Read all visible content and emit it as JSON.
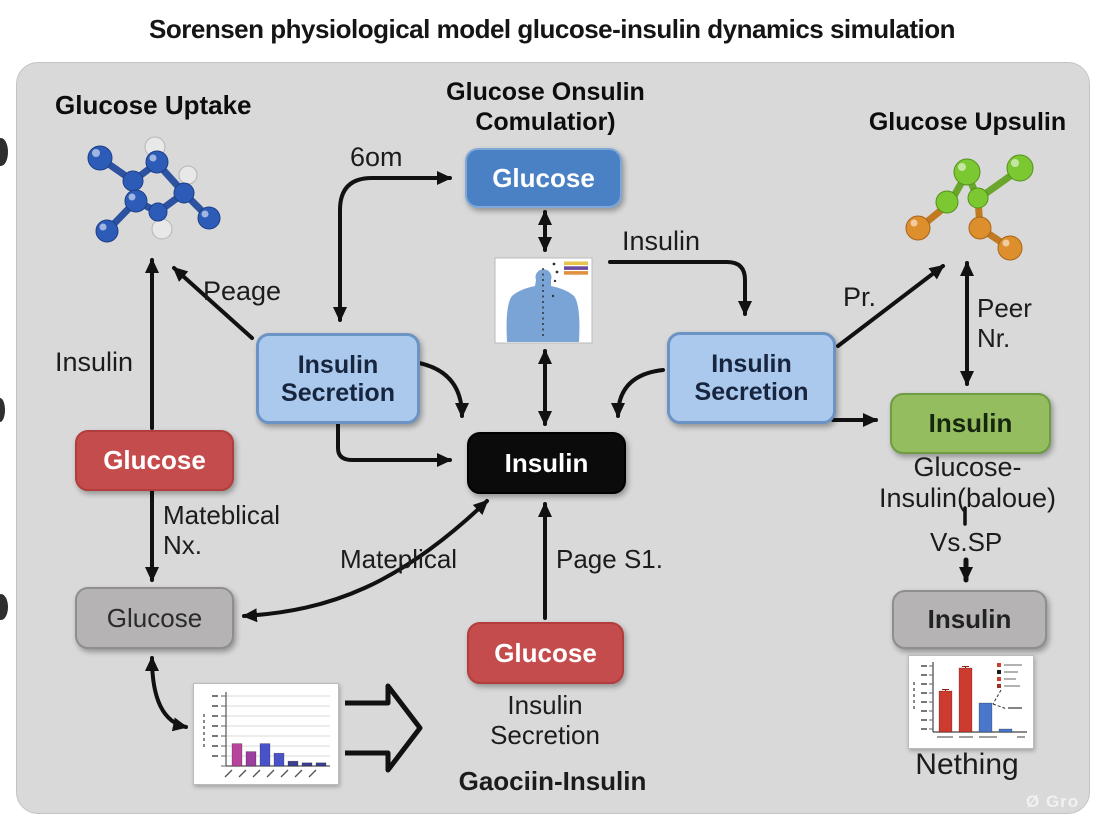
{
  "title": "Sorensen physiological model glucose-insulin dynamics simulation",
  "watermark": "Ø Gro",
  "headings": {
    "top_left": "Glucose Uptake",
    "top_center": "Glucose Onsulin\nComulatior)",
    "top_right": "Glucose Upsulin"
  },
  "boxes": {
    "glucose_top": "Glucose",
    "insulin_secretion_left": "Insulin\nSecretion",
    "insulin_secretion_right": "Insulin\nSecretion",
    "insulin_black": "Insulin",
    "glucose_red_left": "Glucose",
    "glucose_gray_left": "Glucose",
    "glucose_red_bottom": "Glucose",
    "insulin_green": "Insulin",
    "insulin_gray_right": "Insulin"
  },
  "labels": {
    "m6om": "6om",
    "peage": "Peage",
    "insulin_left": "Insulin",
    "insulin_right": "Insulin",
    "mateblical": "Mateblical\nNx.",
    "mateplical": "Mateplical",
    "page_s1": "Page S1.",
    "pr": "Pr.",
    "peer_nr": "Peer\nNr.",
    "glucose_insulin_baloue": "Glucose-\nInsulin(baloue)",
    "vs_sp": "Vs.SP",
    "insulin_secretion_text": "Insulin\nSecretion",
    "gaociin": "Gaociin-Insulin",
    "nething": "Nething"
  },
  "colors": {
    "panel_bg": "#d9d9d9",
    "node_blue": "#4a80c4",
    "node_light_blue": "#abc9ec",
    "node_red": "#c54c4c",
    "node_green": "#94bd60",
    "node_gray": "#b5b3b3",
    "node_black": "#0b0b0b",
    "arrow": "#111111",
    "molecule_blue": "#2d5cb8",
    "molecule_green": "#7cc832",
    "molecule_orange": "#dd8f2e",
    "figure_blue": "#7aa3d6"
  },
  "chart_data": [
    {
      "type": "bar",
      "title": "",
      "xlabel": "",
      "ylabel": "",
      "axis_text_legible": false,
      "values": [
        14,
        9,
        14,
        8,
        3,
        2,
        2
      ],
      "colors": [
        "#b8449e",
        "#9a3f9e",
        "#4a52c8",
        "#4a52c8",
        "#3a3f8f",
        "#3a3f8f",
        "#3a3f8f"
      ]
    },
    {
      "type": "bar",
      "title": "",
      "xlabel": "",
      "ylabel": "",
      "axis_text_legible": false,
      "values": [
        41,
        64,
        29,
        3
      ],
      "colors": [
        "#cc3b2e",
        "#cc3b2e",
        "#4a77c9",
        "#4a77c9"
      ]
    }
  ]
}
